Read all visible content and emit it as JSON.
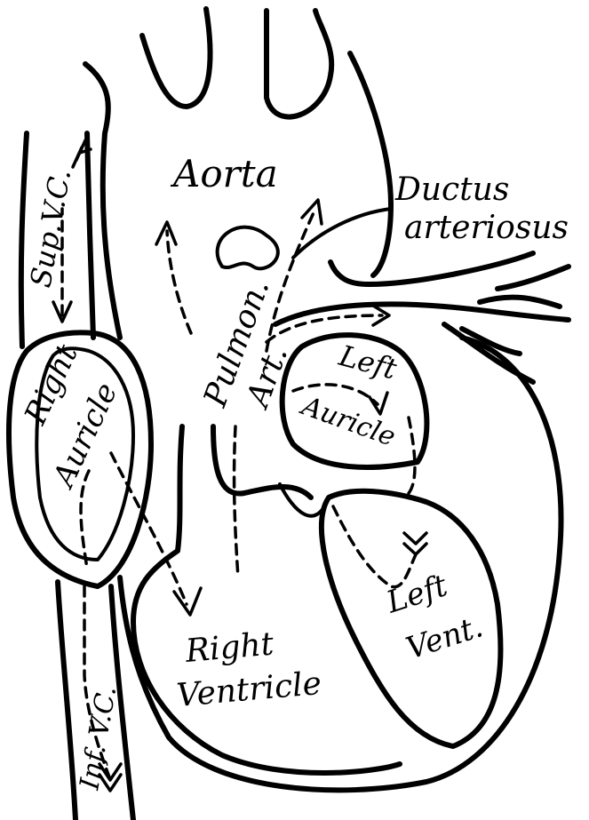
{
  "labels": {
    "aorta": "Aorta",
    "ductus_1": "Ductus",
    "ductus_2": "arteriosus",
    "sup_vc": "Sup.V.C.",
    "pulmon": "Pulmon.",
    "art": "Art.",
    "left_auricle_1": "Left",
    "left_auricle_2": "Auricle",
    "right_auricle_1": "Right",
    "right_auricle_2": "Auricle",
    "left_vent_1": "Left",
    "left_vent_2": "Vent.",
    "right_ventricle_1": "Right",
    "right_ventricle_2": "Ventricle",
    "inf_vc": "Inf. V.C."
  },
  "colors": {
    "ink": "#000000",
    "paper": "#ffffff"
  }
}
